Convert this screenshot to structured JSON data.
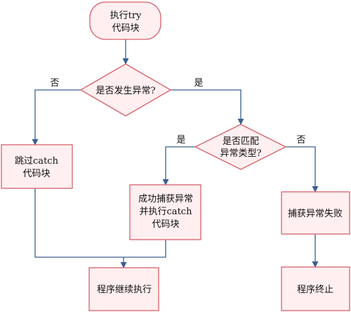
{
  "colors": {
    "node_fill": "#ffeff0",
    "node_stroke": "#d6616b",
    "edge_stroke": "#3a5f8f"
  },
  "nodes": {
    "start": {
      "line1": "执行try",
      "line2": "代码块"
    },
    "decision_exception": {
      "label": "是否发生异常?"
    },
    "decision_match": {
      "line1": "是否匹配",
      "line2": "异常类型?"
    },
    "skip_catch": {
      "line1": "跳过catch",
      "line2": "代码块"
    },
    "catch_success": {
      "line1": "成功捕获异常",
      "line2": "并执行catch",
      "line3": "代码块"
    },
    "catch_fail": {
      "label": "捕获异常失败"
    },
    "continue": {
      "label": "程序继续执行"
    },
    "terminate": {
      "label": "程序终止"
    }
  },
  "edges": {
    "exception_no": "否",
    "exception_yes": "是",
    "match_yes": "是",
    "match_no": "否"
  }
}
